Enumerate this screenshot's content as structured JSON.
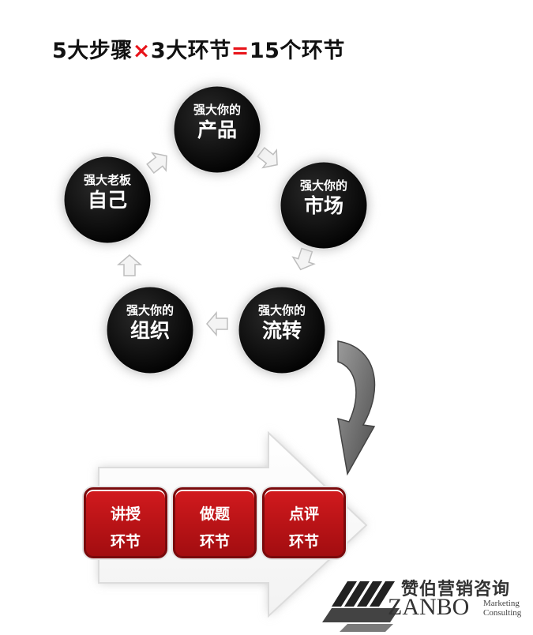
{
  "title": {
    "part1": "5大步骤",
    "op1": "×",
    "part2": "3大环节",
    "op2": "=",
    "part3": "15个环节"
  },
  "cycle": [
    {
      "small": "强大你的",
      "big": "产品"
    },
    {
      "small": "强大你的",
      "big": "市场"
    },
    {
      "small": "强大你的",
      "big": "流转"
    },
    {
      "small": "强大你的",
      "big": "组织"
    },
    {
      "small": "强大老板",
      "big": "自己"
    }
  ],
  "stages": [
    {
      "line1": "讲授",
      "line2": "环节"
    },
    {
      "line1": "做题",
      "line2": "环节"
    },
    {
      "line1": "点评",
      "line2": "环节"
    }
  ],
  "logo": {
    "cn": "赞伯营销咨询",
    "en": "ZANBO",
    "tag1": "Marketing",
    "tag2": "Consulting"
  }
}
